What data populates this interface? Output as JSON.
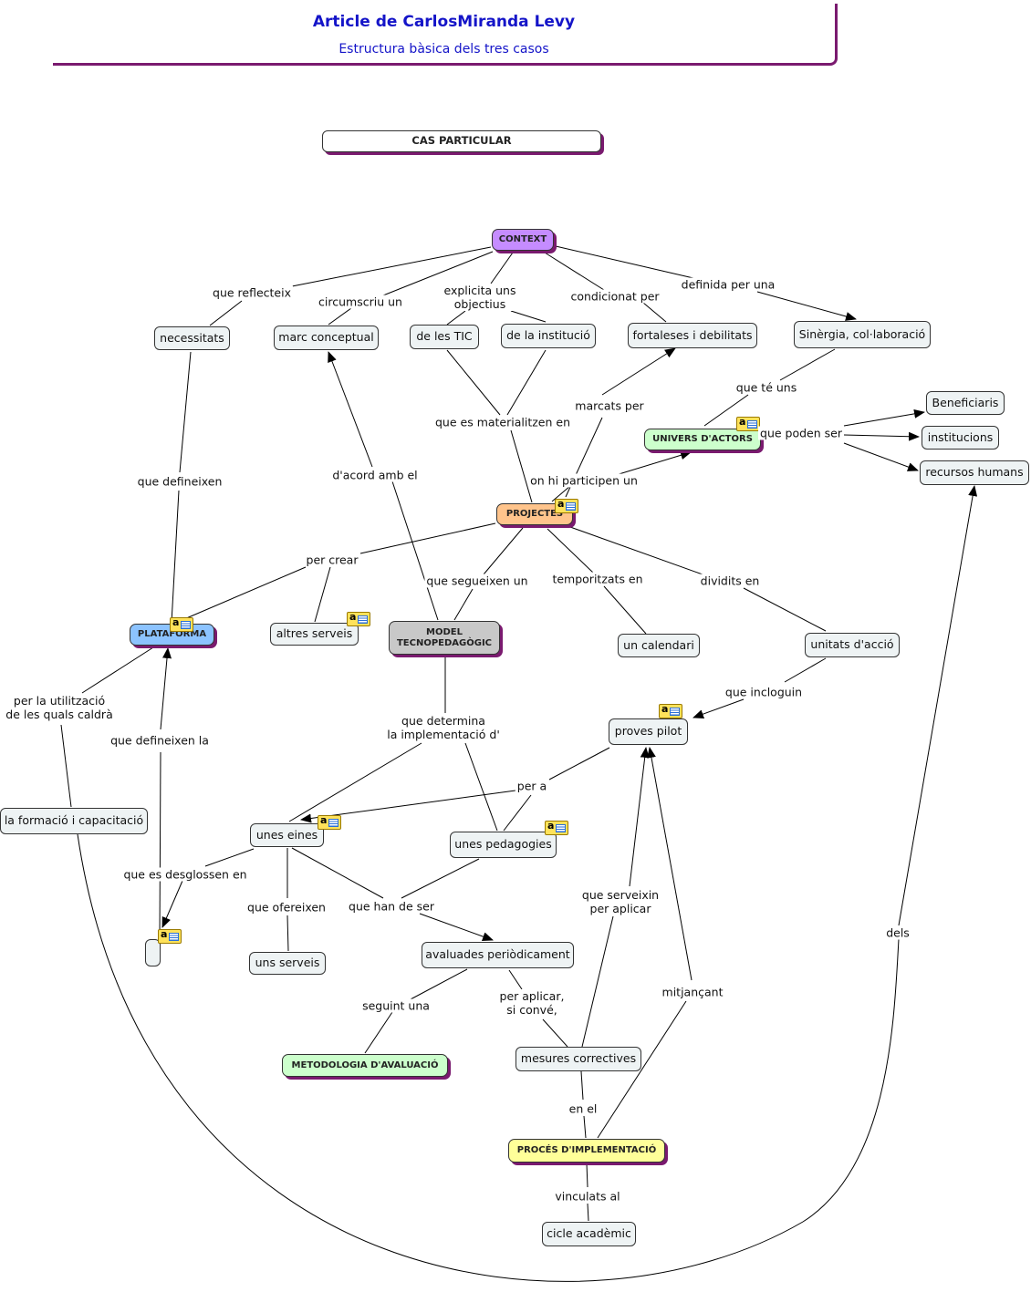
{
  "header": {
    "title": "Article de CarlosMiranda Levy",
    "subtitle": "Estructura bàsica dels tres casos"
  },
  "colors": {
    "shadow": "#7a1a6f",
    "default_node": "#eef3f4",
    "context": "#c58cff",
    "projectes": "#ffc48c",
    "plataforma": "#8cc3ff",
    "model": "#c8c8c8",
    "green": "#ccffcc",
    "yellow": "#ffff99",
    "note": "#ffe25a"
  },
  "nodes": {
    "cas_particular": "CAS PARTICULAR",
    "context": "CONTEXT",
    "necessitats": "necessitats",
    "marc_conceptual": "marc conceptual",
    "de_les_tic": "de les TIC",
    "de_la_institucio": "de la institució",
    "fortaleses": "fortaleses i debilitats",
    "sinergia": "Sinèrgia, col·laboració",
    "beneficiaris": "Beneficiaris",
    "institucions": "institucions",
    "recursos_humans": "recursos humans",
    "univers_actors": "UNIVERS D'ACTORS",
    "projectes": "PROJECTES",
    "plataforma": "PLATAFORMA",
    "altres_serveis": "altres serveis",
    "model_tecno": "MODEL\nTECNOPEDAGÒGIC",
    "un_calendari": "un calendari",
    "unitats_accio": "unitats d'acció",
    "proves_pilot": "proves pilot",
    "formacio": "la formació i capacitació",
    "unes_eines": "unes eines",
    "unes_pedagogies": "unes pedagogies",
    "empty": "",
    "uns_serveis": "uns serveis",
    "avaluades": "avaluades periòdicament",
    "metodologia": "METODOLOGIA D'AVALUACIÓ",
    "mesures": "mesures correctives",
    "proces": "PROCÉS D'IMPLEMENTACIÓ",
    "cicle": "cicle acadèmic"
  },
  "links": {
    "que_reflecteix": "que reflecteix",
    "circumscriu_un": "circumscriu un",
    "explicita": "explicita uns\nobjectius",
    "condicionat_per": "condicionat per",
    "definida_per_una": "definida per una",
    "que_te_uns": "que té uns",
    "que_poden_ser": "que poden ser",
    "marcats_per": "marcats per",
    "que_es_materialitzen": "que es materialitzen en",
    "on_hi_participen": "on hi participen un",
    "dacord_amb_el": "d'acord amb el",
    "que_defineixen": "que defineixen",
    "per_crear": "per crear",
    "que_segueixen_un": "que segueixen un",
    "temporitzats_en": "temporitzats en",
    "dividits_en": "dividits en",
    "que_incloguin": "que incloguin",
    "per_la_utilitzacio": "per la utilització\nde les quals caldrà",
    "que_defineixen_la": "que defineixen la",
    "que_determina": "que determina\nla implementació d'",
    "per_a": "per a",
    "que_es_desglossen": "que es desglossen en",
    "que_ofereixen": "que ofereixen",
    "que_han_de_ser": "que han de ser",
    "que_serveixin": "que serveixin\nper aplicar",
    "dels": "dels",
    "seguint_una": "seguint una",
    "per_aplicar": "per aplicar,\nsi convé,",
    "mitjancant": "mitjançant",
    "en_el": "en el",
    "vinculats_al": "vinculats al"
  },
  "icons": [
    "note-icon",
    "arrowhead-icon"
  ]
}
